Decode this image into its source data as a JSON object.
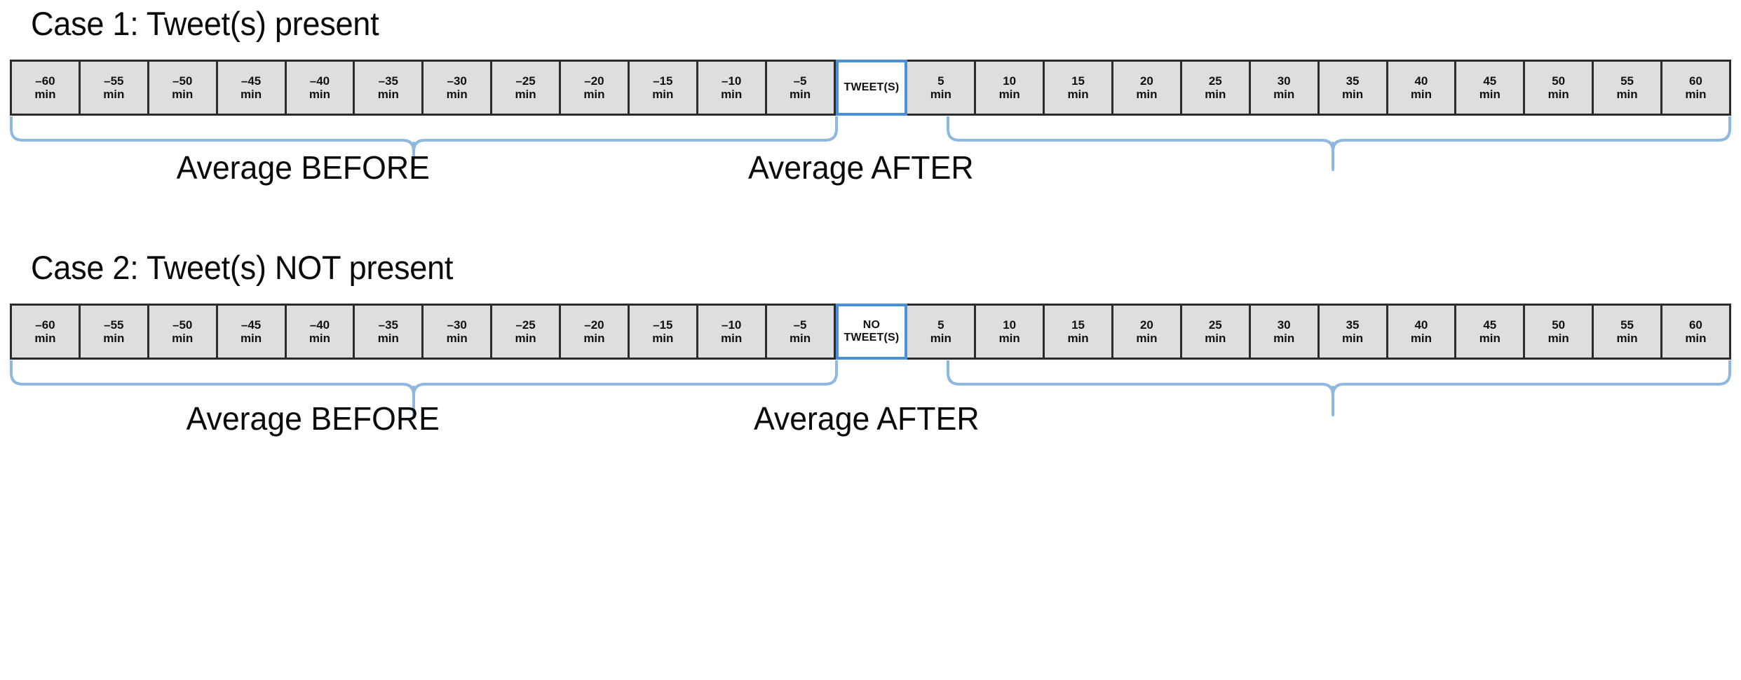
{
  "page": {
    "background": "#ffffff",
    "accent_blue": "#4a90d9",
    "cell_fill": "#dedede",
    "cell_border": "#2b2b2b",
    "center_fill": "#ffffff"
  },
  "cases": [
    {
      "title": "Case 1: Tweet(s) present",
      "center": {
        "line1": "TWEET(S)",
        "line2": ""
      },
      "before_cells": [
        {
          "num": "–60",
          "unit": "min"
        },
        {
          "num": "–55",
          "unit": "min"
        },
        {
          "num": "–50",
          "unit": "min"
        },
        {
          "num": "–45",
          "unit": "min"
        },
        {
          "num": "–40",
          "unit": "min"
        },
        {
          "num": "–35",
          "unit": "min"
        },
        {
          "num": "–30",
          "unit": "min"
        },
        {
          "num": "–25",
          "unit": "min"
        },
        {
          "num": "–20",
          "unit": "min"
        },
        {
          "num": "–15",
          "unit": "min"
        },
        {
          "num": "–10",
          "unit": "min"
        },
        {
          "num": "–5",
          "unit": "min"
        }
      ],
      "after_cells": [
        {
          "num": "5",
          "unit": "min"
        },
        {
          "num": "10",
          "unit": "min"
        },
        {
          "num": "15",
          "unit": "min"
        },
        {
          "num": "20",
          "unit": "min"
        },
        {
          "num": "25",
          "unit": "min"
        },
        {
          "num": "30",
          "unit": "min"
        },
        {
          "num": "35",
          "unit": "min"
        },
        {
          "num": "40",
          "unit": "min"
        },
        {
          "num": "45",
          "unit": "min"
        },
        {
          "num": "50",
          "unit": "min"
        },
        {
          "num": "55",
          "unit": "min"
        },
        {
          "num": "60",
          "unit": "min"
        }
      ],
      "brace_before_label": "Average BEFORE",
      "brace_after_label": "Average AFTER"
    },
    {
      "title": "Case 2: Tweet(s) NOT present",
      "center": {
        "line1": "NO",
        "line2": "TWEET(S)"
      },
      "before_cells": [
        {
          "num": "–60",
          "unit": "min"
        },
        {
          "num": "–55",
          "unit": "min"
        },
        {
          "num": "–50",
          "unit": "min"
        },
        {
          "num": "–45",
          "unit": "min"
        },
        {
          "num": "–40",
          "unit": "min"
        },
        {
          "num": "–35",
          "unit": "min"
        },
        {
          "num": "–30",
          "unit": "min"
        },
        {
          "num": "–25",
          "unit": "min"
        },
        {
          "num": "–20",
          "unit": "min"
        },
        {
          "num": "–15",
          "unit": "min"
        },
        {
          "num": "–10",
          "unit": "min"
        },
        {
          "num": "–5",
          "unit": "min"
        }
      ],
      "after_cells": [
        {
          "num": "5",
          "unit": "min"
        },
        {
          "num": "10",
          "unit": "min"
        },
        {
          "num": "15",
          "unit": "min"
        },
        {
          "num": "20",
          "unit": "min"
        },
        {
          "num": "25",
          "unit": "min"
        },
        {
          "num": "30",
          "unit": "min"
        },
        {
          "num": "35",
          "unit": "min"
        },
        {
          "num": "40",
          "unit": "min"
        },
        {
          "num": "45",
          "unit": "min"
        },
        {
          "num": "50",
          "unit": "min"
        },
        {
          "num": "55",
          "unit": "min"
        },
        {
          "num": "60",
          "unit": "min"
        }
      ],
      "brace_before_label": "Average BEFORE",
      "brace_after_label": "Average AFTER"
    }
  ]
}
